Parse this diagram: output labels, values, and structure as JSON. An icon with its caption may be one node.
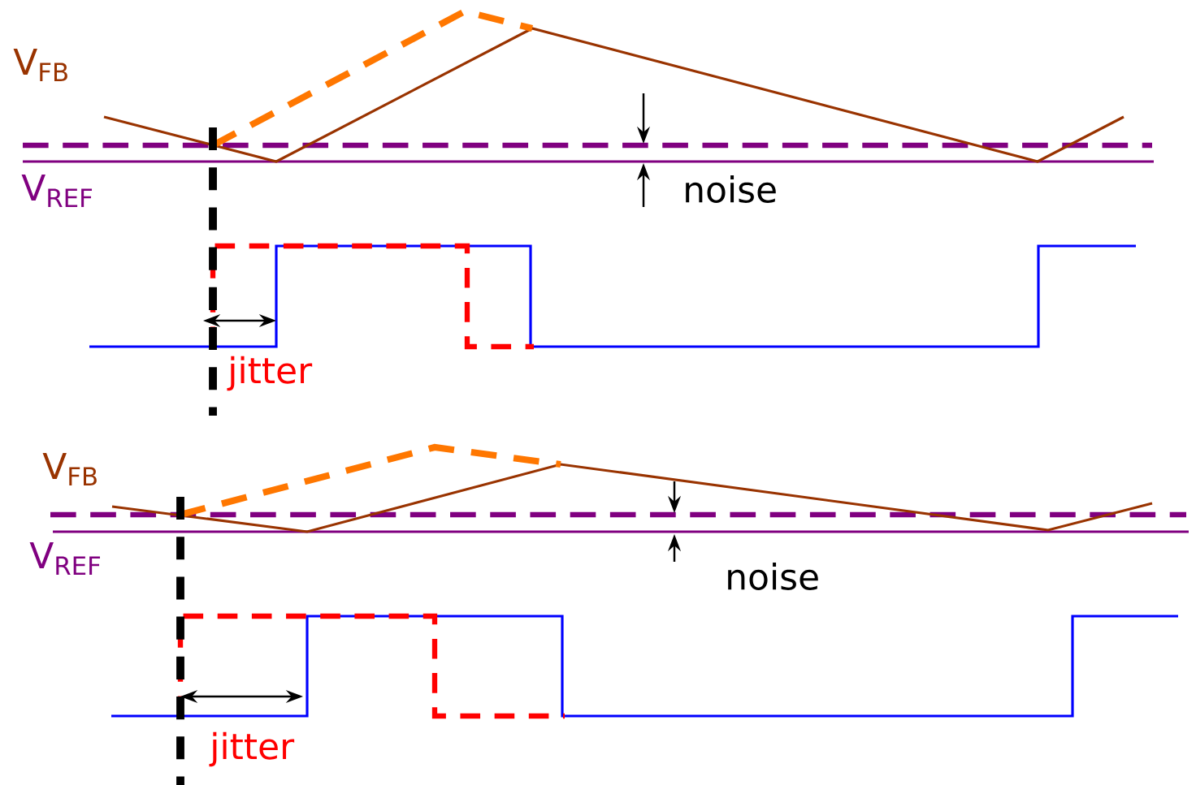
{
  "diagram": {
    "labels": [
      "V$_{FB}$",
      "V$_{REF}$",
      "noise",
      "jitter",
      "V$_{FB}$",
      "V$_{REF}$",
      "noise",
      "jitter"
    ]
  }
}
